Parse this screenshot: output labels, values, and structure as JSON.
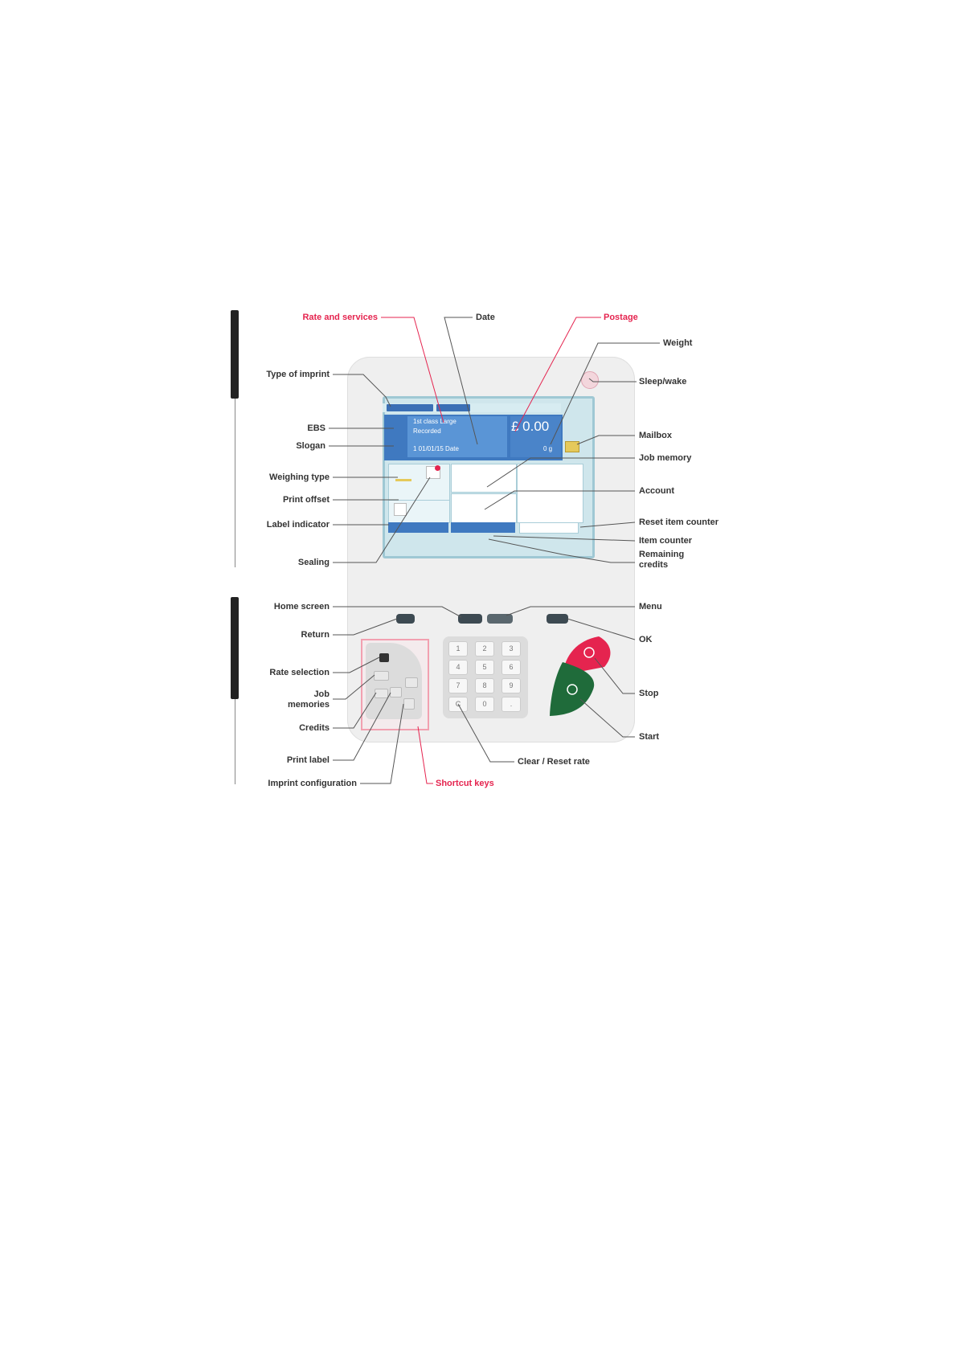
{
  "labels": {
    "rate_and_services": "Rate and services",
    "date": "Date",
    "postage": "Postage",
    "weight": "Weight",
    "sleep_wake": "Sleep/wake",
    "type_of_imprint": "Type of imprint",
    "ebs": "EBS",
    "slogan": "Slogan",
    "mailbox": "Mailbox",
    "job_memory": "Job memory",
    "weighing_type": "Weighing type",
    "print_offset": "Print offset",
    "account": "Account",
    "label_indicator": "Label indicator",
    "reset_item_counter": "Reset item counter",
    "item_counter": "Item counter",
    "sealing": "Sealing",
    "remaining_credits": "Remaining credits",
    "home_screen": "Home screen",
    "menu": "Menu",
    "return": "Return",
    "ok": "OK",
    "rate_selection": "Rate selection",
    "job_memories": "Job memories",
    "credits": "Credits",
    "stop": "Stop",
    "start": "Start",
    "print_label": "Print label",
    "clear_reset_rate": "Clear / Reset rate",
    "imprint_configuration": "Imprint configuration",
    "shortcut_keys": "Shortcut keys"
  },
  "screen": {
    "line1": "1st class Large",
    "line2": "Recorded",
    "line3": "1  01/01/15  Date",
    "postage_value": "£ 0.00",
    "weight_value": "0 g"
  },
  "keypad": [
    "1",
    "2",
    "3",
    "4",
    "5",
    "6",
    "7",
    "8",
    "9",
    "C",
    "0",
    "."
  ],
  "colors": {
    "red_accent": "#e5244f",
    "screen_blue": "#3f79c0",
    "stop_red": "#e5244f",
    "start_green": "#1f6b3a"
  }
}
